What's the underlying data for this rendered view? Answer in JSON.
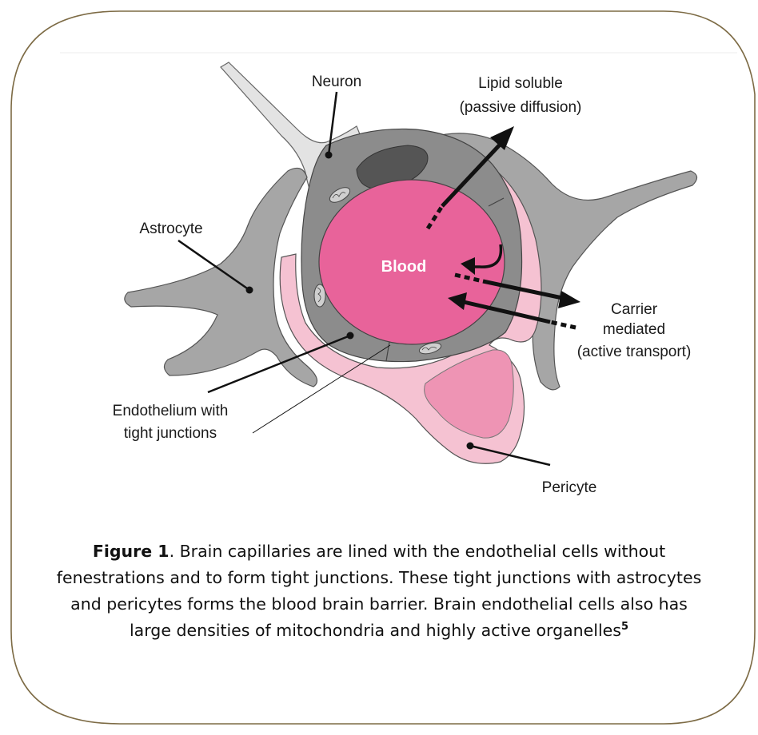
{
  "colors": {
    "frame_border": "#7d6b45",
    "astrocyte": "#a6a6a6",
    "endothelium": "#8c8c8c",
    "blood": "#e8639a",
    "pericyte_light": "#f5c2d2",
    "pericyte_dark": "#ee94b4",
    "neuron": "#e3e3e3",
    "mitochondria": "#cfcfcf"
  },
  "labels": {
    "neuron": "Neuron",
    "lipid_line1": "Lipid soluble",
    "lipid_line2": "(passive diffusion)",
    "astrocyte": "Astrocyte",
    "blood": "Blood",
    "carrier_line1": "Carrier",
    "carrier_line2": "mediated",
    "carrier_line3": "(active transport)",
    "endothelium_line1": "Endothelium with",
    "endothelium_line2": "tight junctions",
    "pericyte": "Pericyte"
  },
  "caption": {
    "figure_label": "Figure 1",
    "text": ". Brain capillaries are lined with the endothelial cells without fenestrations and to form tight junctions. These tight junctions with astrocytes and pericytes forms the blood brain barrier. Brain endothelial cells also has large densities of mitochondria and highly active organelles",
    "reference": "5"
  }
}
